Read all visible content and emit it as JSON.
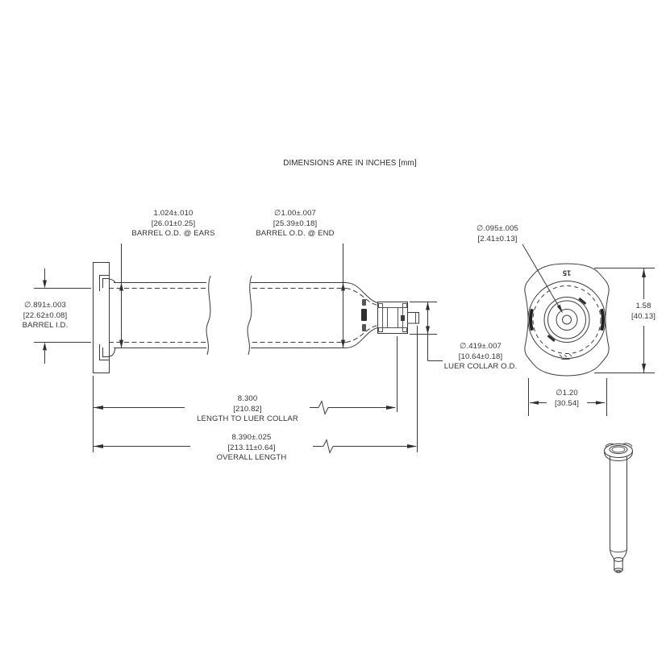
{
  "note": "DIMENSIONS ARE IN INCHES [mm]",
  "colors": {
    "line": "#3c3c3c",
    "text": "#323232",
    "background": "#ffffff"
  },
  "side_view": {
    "barrel_od_at_ears": {
      "inches": "1.024±.010",
      "mm": "[26.01±0.25]",
      "caption": "BARREL O.D. @ EARS"
    },
    "barrel_od_at_end": {
      "inches": "∅1.00±.007",
      "mm": "[25.39±0.18]",
      "caption": "BARREL O.D. @ END"
    },
    "barrel_id": {
      "inches": "∅.891±.003",
      "mm": "[22.62±0.08]",
      "caption": "BARREL I.D."
    },
    "luer_collar_od": {
      "inches": "∅.419±.007",
      "mm": "[10.64±0.18]",
      "caption": "LUER COLLAR O.D."
    },
    "length_to_luer_collar": {
      "inches": "8.300",
      "mm": "[210.82]",
      "caption": "LENGTH TO LUER COLLAR"
    },
    "overall_length": {
      "inches": "8.390±.025",
      "mm": "[213.11±0.64]",
      "caption": "OVERALL LENGTH"
    }
  },
  "end_view": {
    "orifice_diameter": {
      "inches": "∅.095±.005",
      "mm": "[2.41±0.13]"
    },
    "height": {
      "inches": "1.58",
      "mm": "[40.13]"
    },
    "width": {
      "inches": "∅1.20",
      "mm": "[30.54]"
    },
    "mold_marking": "15"
  }
}
